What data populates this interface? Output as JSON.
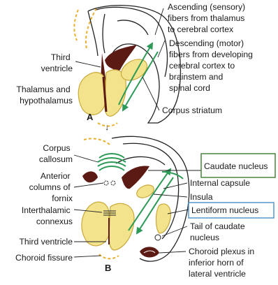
{
  "panel_a": {
    "letter": "A",
    "labels": {
      "ascending": [
        "Ascending (sensory)",
        "fibers from thalamus",
        "to cerebral cortex"
      ],
      "descending": [
        "Descending (motor)",
        "fibers from developing",
        "cerebral cortex to",
        "brainstem and",
        "spinal cord"
      ],
      "third_ventricle": [
        "Third",
        "ventricle"
      ],
      "thalamus": [
        "Thalamus and",
        "hypothalamus"
      ],
      "corpus_striatum": [
        "Corpus striatum"
      ]
    }
  },
  "arrow": "↓",
  "panel_b": {
    "letter": "B",
    "labels": {
      "corpus_callosum": [
        "Corpus",
        "callosum"
      ],
      "anterior_columns": [
        "Anterior",
        "columns of",
        "fornix"
      ],
      "interthalamic": [
        "Interthalamic",
        "connexus"
      ],
      "third_ventricle": [
        "Third ventricle"
      ],
      "choroid_fissure": [
        "Choroid fissure"
      ],
      "caudate": [
        "Caudate nucleus"
      ],
      "internal_capsule": [
        "Internal capsule"
      ],
      "insula": [
        "Insula"
      ],
      "lentiform": [
        "Lentiform nucleus"
      ],
      "tail_caudate": [
        "Tail of caudate",
        "nucleus"
      ],
      "choroid_plexus": [
        "Choroid plexus in",
        "inferior horn of",
        "lateral ventricle"
      ]
    }
  },
  "colors": {
    "nucleus_fill": "#f3e38c",
    "nucleus_stroke": "#c9a93b",
    "ventricle": "#5b1a14",
    "fiber": "#2e9a58",
    "dashed": "#e8b030",
    "caudate_box": "#3d7a32",
    "lentiform_box": "#4a90c8"
  }
}
